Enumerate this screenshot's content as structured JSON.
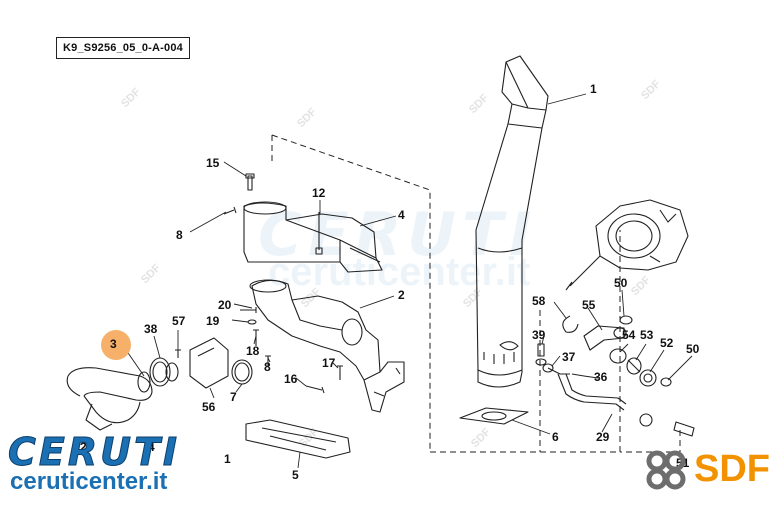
{
  "reference_code": "K9_S9256_05_0-A-004",
  "brand": {
    "name": "CERUTI",
    "url": "ceruticenter.it",
    "color": "#1b6fb3"
  },
  "watermark": {
    "brand": "CERUTI",
    "url": "ceruticenter.it",
    "sdf_small": "SDF"
  },
  "logo": {
    "sdf_text": "SDF",
    "sdf_color": "#f39200",
    "icon": "sdf-gear-logo-icon"
  },
  "highlight_color": "#f6b06a",
  "callouts": [
    {
      "id": "c1",
      "label": "1"
    },
    {
      "id": "c2",
      "label": "2"
    },
    {
      "id": "c3",
      "label": "3",
      "highlighted": true
    },
    {
      "id": "c4",
      "label": "4"
    },
    {
      "id": "c4b",
      "label": "4"
    },
    {
      "id": "c5",
      "label": "5"
    },
    {
      "id": "c6",
      "label": "6"
    },
    {
      "id": "c7",
      "label": "7"
    },
    {
      "id": "c8a",
      "label": "8"
    },
    {
      "id": "c8b",
      "label": "8"
    },
    {
      "id": "c12",
      "label": "12"
    },
    {
      "id": "c15",
      "label": "15"
    },
    {
      "id": "c16",
      "label": "16"
    },
    {
      "id": "c17",
      "label": "17"
    },
    {
      "id": "c18",
      "label": "18"
    },
    {
      "id": "c19",
      "label": "19"
    },
    {
      "id": "c20",
      "label": "20"
    },
    {
      "id": "c29",
      "label": "29"
    },
    {
      "id": "c36",
      "label": "36"
    },
    {
      "id": "c37",
      "label": "37"
    },
    {
      "id": "c38",
      "label": "38"
    },
    {
      "id": "c39",
      "label": "39"
    },
    {
      "id": "c50a",
      "label": "50"
    },
    {
      "id": "c50b",
      "label": "50"
    },
    {
      "id": "c51",
      "label": "51"
    },
    {
      "id": "c52",
      "label": "52"
    },
    {
      "id": "c53",
      "label": "53"
    },
    {
      "id": "c54",
      "label": "54"
    },
    {
      "id": "c55",
      "label": "55"
    },
    {
      "id": "c56",
      "label": "56"
    },
    {
      "id": "c57",
      "label": "57"
    },
    {
      "id": "c58",
      "label": "58"
    },
    {
      "id": "c2b",
      "label": "2"
    },
    {
      "id": "c1b",
      "label": "1"
    }
  ]
}
